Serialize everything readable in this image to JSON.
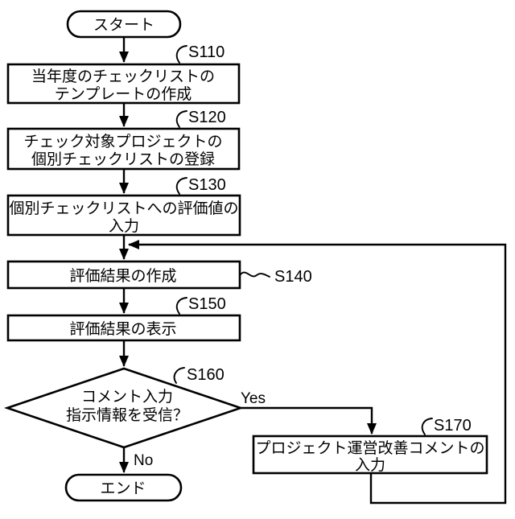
{
  "flowchart": {
    "terminals": {
      "start": "スタート",
      "end": "エンド"
    },
    "steps": {
      "s110": {
        "label": "S110",
        "line1": "当年度のチェックリストの",
        "line2": "テンプレートの作成"
      },
      "s120": {
        "label": "S120",
        "line1": "チェック対象プロジェクトの",
        "line2": "個別チェックリストの登録"
      },
      "s130": {
        "label": "S130",
        "line1": "個別チェックリストへの評価値の",
        "line2": "入力"
      },
      "s140": {
        "label": "S140",
        "line1": "評価結果の作成"
      },
      "s150": {
        "label": "S150",
        "line1": "評価結果の表示"
      },
      "s160": {
        "label": "S160",
        "line1": "コメント入力",
        "line2": "指示情報を受信？"
      },
      "s170": {
        "label": "S170",
        "line1": "プロジェクト運営改善コメントの",
        "line2": "入力"
      }
    },
    "branches": {
      "yes": "Yes",
      "no": "No"
    },
    "colors": {
      "line": "#000000",
      "background": "#ffffff"
    }
  }
}
